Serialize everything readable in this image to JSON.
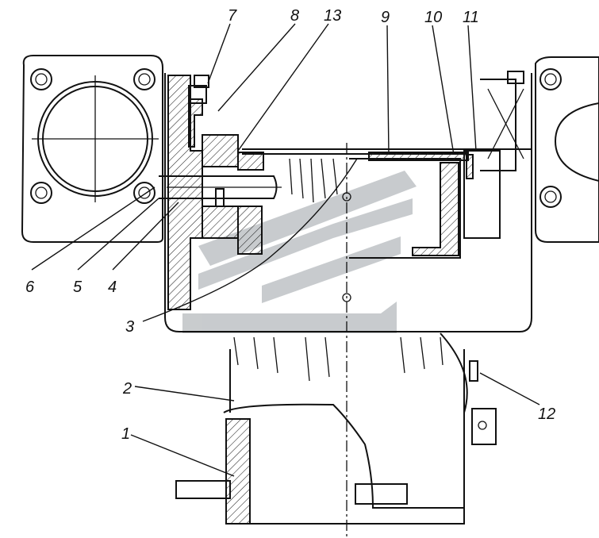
{
  "callouts": {
    "c1": "1",
    "c2": "2",
    "c3": "3",
    "c4": "4",
    "c5": "5",
    "c6": "6",
    "c7": "7",
    "c8": "8",
    "c9": "9",
    "c10": "10",
    "c11": "11",
    "c12": "12",
    "c13": "13"
  },
  "colors": {
    "ink": "#111111",
    "watermark": "#bfc3c6"
  }
}
